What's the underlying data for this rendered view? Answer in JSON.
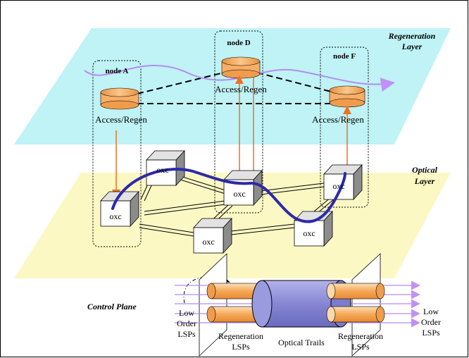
{
  "layers": {
    "regeneration_line1": "Regeneration",
    "regeneration_line2": "Layer",
    "optical_line1": "Optical",
    "optical_line2": "Layer",
    "control_plane": "Control Plane"
  },
  "nodes": {
    "a": {
      "label": "node A",
      "device": "Access/Regen"
    },
    "d": {
      "label": "node D",
      "device": "Access/Regen"
    },
    "f": {
      "label": "node F",
      "device": "Access/Regen"
    }
  },
  "oxc_label": "oxc",
  "bottom": {
    "low_left": [
      "Low",
      "Order",
      "LSPs"
    ],
    "regen_left": [
      "Regeneration",
      "LSPs"
    ],
    "optical_trails": "Optical Trails",
    "regen_right": [
      "Regeneration",
      "LSPs"
    ],
    "low_right": [
      "Low",
      "Order",
      "LSPs"
    ]
  },
  "colors": {
    "regeneration_plane": "#bff3f6",
    "optical_plane": "#fbf8c3",
    "cylinder": "#f9b977",
    "arrow": "#f36f1f",
    "trail": "#2d2aa8",
    "optical_trail": "#8a8ad6",
    "lsp": "#b58bf5"
  }
}
